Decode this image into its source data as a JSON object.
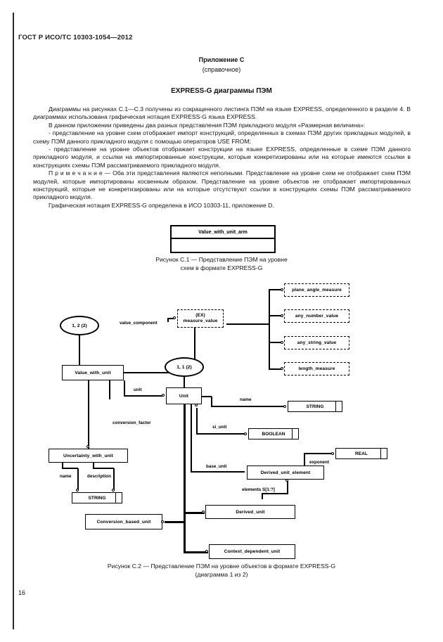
{
  "document": {
    "standard_header": "ГОСТ Р ИСО/ТС 10303-1054—2012",
    "page_number": "16"
  },
  "annex": {
    "title": "Приложение С",
    "subtitle": "(справочное)",
    "clause_title": "EXPRESS-G диаграммы ПЭМ"
  },
  "body": {
    "paragraphs": [
      "Диаграммы на рисунках С.1—С.3 получены из сокращенного листинга ПЭМ на языке EXPRESS, определенного в разделе 4. В диаграммах использована графическая нотация EXPRESS-G языка EXPRESS.",
      "В данном приложении приведены два разных представления ПЭМ прикладного модуля «Размерная величина»:",
      "- представление на уровне схем отображает импорт конструкций, определенных в схемах ПЭМ других прикладных модулей, в схему ПЭМ данного прикладного модуля с помощью операторов USE FROM;",
      "- представление на уровне объектов отображает конструкции на языке EXPRESS, определенные в схеме ПЭМ данного прикладного модуля, и ссылки на импортированные конструкции, которые конкретизированы или на которые имеются ссылки в конструкциях схемы ПЭМ рассматриваемого прикладного модуля.",
      "П р и м е ч а н и е — Оба эти представления являются неполными. Представление на уровне схем не отображает схем ПЭМ модулей, которые импортированы косвенным образом. Представление на уровне объектов не отображает импортированных конструкций, которые не конкретизированы или на которые отсутствуют ссылки в конструкциях схемы ПЭМ рассматриваемого прикладного модуля.",
      "Графическая нотация EXPRESS-G определена в ИСО 10303-11, приложение D."
    ]
  },
  "figure1": {
    "schema_box_label": "Value_with_unit_arm",
    "caption_line1": "Рисунок  С.1 — Представление ПЭМ на уровне",
    "caption_line2": "схем в формате EXPRESS-G"
  },
  "figure2": {
    "caption_line1": "Рисунок  С.2 — Представление ПЭМ на уровне объектов в формате EXPRESS-G",
    "caption_line2": "(диаграмма 1 из 2)",
    "entities": {
      "value_with_unit": "Value_with_unit",
      "unit": "Unit",
      "measure_value_tag": "(EX)",
      "measure_value": "measure_value",
      "plane_angle_measure": "plane_angle_measure",
      "any_number_value": "any_number_value",
      "any_string_value": "any_string_value",
      "length_measure": "length_measure",
      "uncertainty_with_unit": "Uncertainty_with_unit",
      "conversion_based_unit": "Conversion_based_unit",
      "derived_unit_element": "Derived_unit_element",
      "derived_unit": "Derived_unit",
      "context_dependent_unit": "Context_dependent_unit"
    },
    "simple_types": {
      "string_top": "STRING",
      "string_bottom": "STRING",
      "boolean": "BOOLEAN",
      "real": "REAL"
    },
    "page_refs": {
      "ref_value_with_unit": "1, 2 (2)",
      "ref_unit": "1, 1 (2)"
    },
    "attribute_labels": {
      "value_component": "value_component",
      "unit": "unit",
      "name_top": "name",
      "si_unit": "si_unit",
      "conversion_factor": "conversion_factor",
      "name_bottom": "name",
      "description": "description",
      "base_unit": "base_unit",
      "exponent": "exponent",
      "elements": "elements S[1:?]"
    }
  }
}
